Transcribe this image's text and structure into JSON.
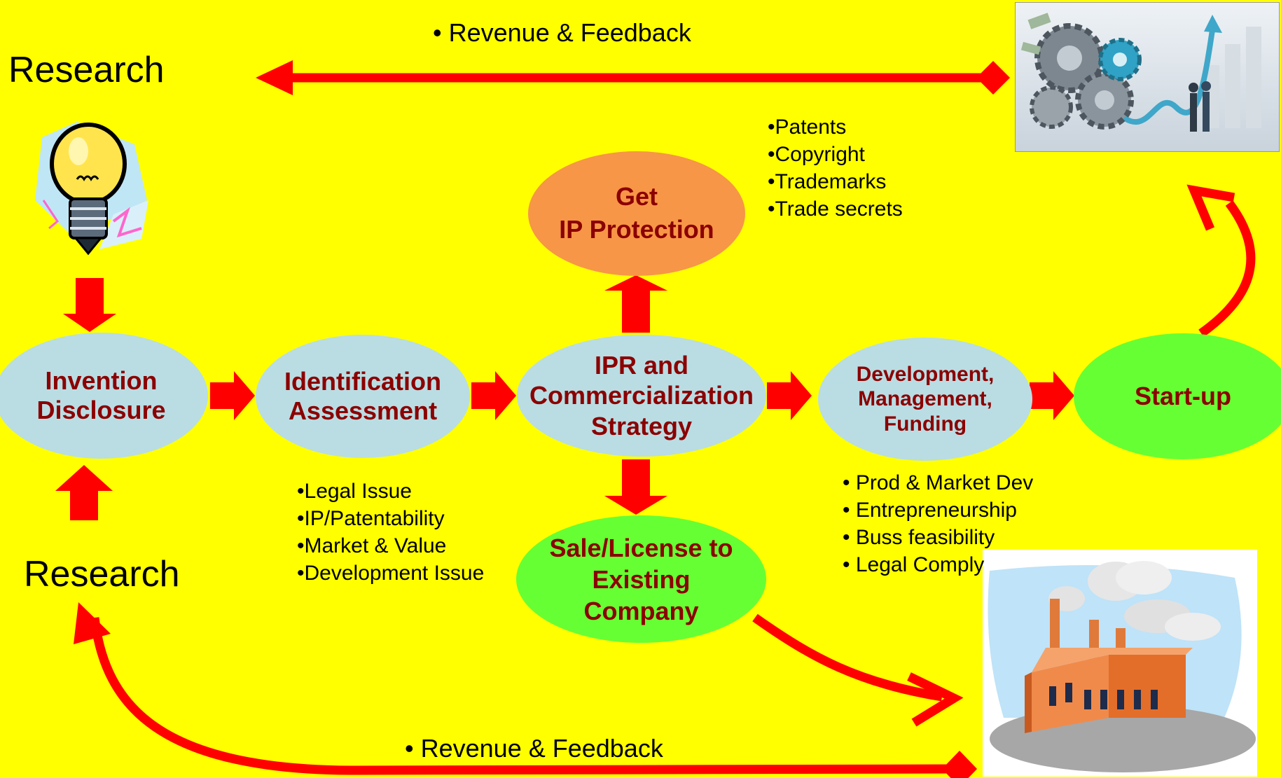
{
  "colors": {
    "background": "#FFFF00",
    "arrow": "#FF0000",
    "node_blue": "#B9DDE3",
    "node_orange": "#F79646",
    "node_green": "#66FF33",
    "node_text": "#8B0000"
  },
  "research_top": "Research",
  "research_bottom": "Research",
  "revenue_top": "• Revenue & Feedback",
  "revenue_bottom": "• Revenue & Feedback",
  "nodes": {
    "invention": "Invention\nDisclosure",
    "identification": "Identification\nAssessment",
    "ipr_strategy": "IPR and\nCommercialization\nStrategy",
    "development": "Development,\nManagement,\nFunding",
    "startup": "Start-up",
    "ip_protection": "Get\nIP Protection",
    "sale_license": "Sale/License to\nExisting\nCompany"
  },
  "ip_types": [
    "•Patents",
    "•Copyright",
    "•Trademarks",
    "•Trade secrets"
  ],
  "assessment_items": [
    "•Legal Issue",
    "•IP/Patentability",
    "•Market & Value",
    "•Development Issue"
  ],
  "development_items": [
    "• Prod & Market Dev",
    "• Entrepreneurship",
    "• Buss feasibility",
    "• Legal Comply"
  ],
  "icons": {
    "lightbulb": "lightbulb-idea-icon",
    "business": "business-gears-growth-icon",
    "factory": "factory-icon"
  }
}
